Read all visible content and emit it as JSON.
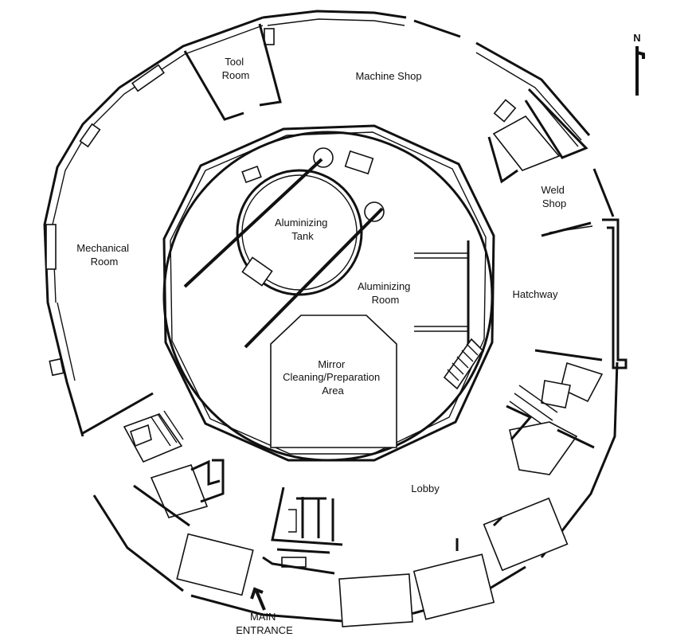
{
  "rooms": {
    "tool_room": [
      "Tool",
      "Room"
    ],
    "machine_shop": "Machine Shop",
    "weld_shop": [
      "Weld",
      "Shop"
    ],
    "mechanical_room": [
      "Mechanical",
      "Room"
    ],
    "aluminizing_tank": [
      "Aluminizing",
      "Tank"
    ],
    "aluminizing_room": [
      "Aluminizing",
      "Room"
    ],
    "hatchway": "Hatchway",
    "mirror_cleaning": [
      "Mirror",
      "Cleaning/Preparation",
      "Area"
    ],
    "lobby": "Lobby"
  },
  "entrance": [
    "MAIN",
    "ENTRANCE"
  ],
  "north": "N",
  "colors": {
    "line": "#111111",
    "background": "#ffffff"
  }
}
